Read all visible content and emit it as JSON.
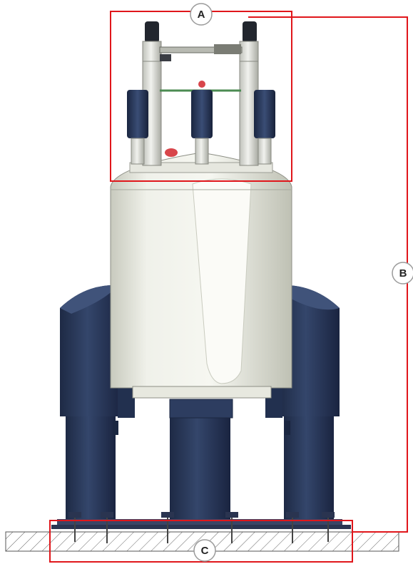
{
  "callouts": {
    "a": {
      "label": "A"
    },
    "b": {
      "label": "B"
    },
    "c": {
      "label": "C"
    }
  },
  "colors": {
    "outline": "#e0161b",
    "dewar_body": "#ecede4",
    "dewar_shadow": "#c9cbbf",
    "stand": "#2a3a5c",
    "stand_dark": "#1a2640",
    "turret": "#dfe0da",
    "callout_fill": "#ffffff",
    "callout_stroke": "#9a9a9a",
    "floor_hatch": "#666666"
  }
}
